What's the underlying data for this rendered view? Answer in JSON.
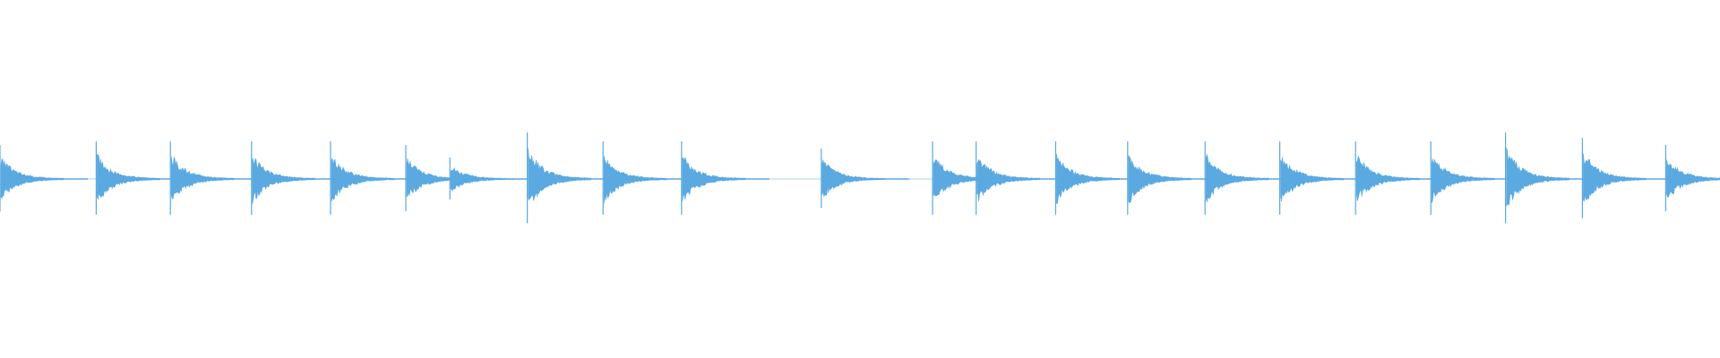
{
  "waveform": {
    "color": "#5aa9e1",
    "background": "#ffffff",
    "duration_s": 32,
    "amplitude_range": [
      -1,
      1
    ],
    "onsets": [
      {
        "t": 0.0,
        "amp": 0.19
      },
      {
        "t": 1.79,
        "amp": 0.21
      },
      {
        "t": 3.17,
        "amp": 0.21
      },
      {
        "t": 4.68,
        "amp": 0.21
      },
      {
        "t": 6.15,
        "amp": 0.21
      },
      {
        "t": 7.55,
        "amp": 0.19
      },
      {
        "t": 8.37,
        "amp": 0.12
      },
      {
        "t": 9.81,
        "amp": 0.26
      },
      {
        "t": 11.22,
        "amp": 0.21
      },
      {
        "t": 12.68,
        "amp": 0.21
      },
      {
        "t": 15.28,
        "amp": 0.17
      },
      {
        "t": 17.35,
        "amp": 0.21
      },
      {
        "t": 18.16,
        "amp": 0.21
      },
      {
        "t": 19.64,
        "amp": 0.21
      },
      {
        "t": 20.98,
        "amp": 0.21
      },
      {
        "t": 22.42,
        "amp": 0.21
      },
      {
        "t": 23.81,
        "amp": 0.21
      },
      {
        "t": 25.22,
        "amp": 0.21
      },
      {
        "t": 26.62,
        "amp": 0.21
      },
      {
        "t": 28.01,
        "amp": 0.26
      },
      {
        "t": 29.44,
        "amp": 0.23
      },
      {
        "t": 30.99,
        "amp": 0.19
      }
    ]
  }
}
